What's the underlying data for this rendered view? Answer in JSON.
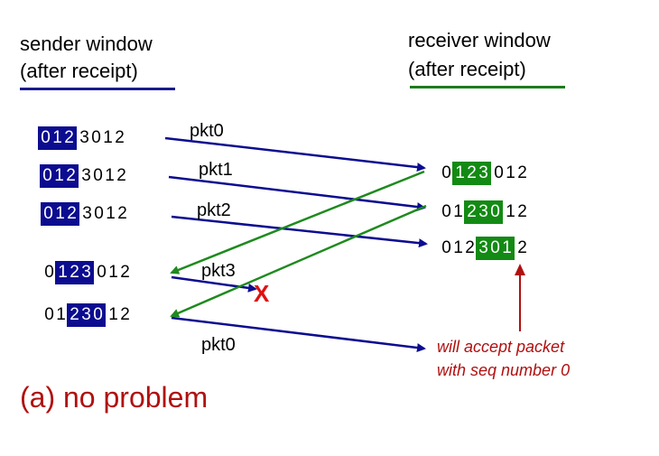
{
  "sender": {
    "header_line1": "sender window",
    "header_line2": "(after receipt)"
  },
  "receiver": {
    "header_line1": "receiver window",
    "header_line2": "(after receipt)"
  },
  "sequence_digits": [
    "0",
    "1",
    "2",
    "3",
    "0",
    "1",
    "2"
  ],
  "sender_rows": [
    {
      "window_start": 0,
      "window_size": 3
    },
    {
      "window_start": 0,
      "window_size": 3
    },
    {
      "window_start": 0,
      "window_size": 3
    },
    {
      "window_start": 1,
      "window_size": 3
    },
    {
      "window_start": 2,
      "window_size": 3
    }
  ],
  "receiver_rows": [
    {
      "window_start": 1,
      "window_size": 3
    },
    {
      "window_start": 2,
      "window_size": 3
    },
    {
      "window_start": 3,
      "window_size": 3
    }
  ],
  "packets": [
    "pkt0",
    "pkt1",
    "pkt2",
    "pkt3",
    "pkt0"
  ],
  "loss_marker": "X",
  "note": {
    "line1": "will accept packet",
    "line2": "with seq number 0"
  },
  "caption": "(a) no problem",
  "colors": {
    "sender_window": "#0c0c90",
    "receiver_window": "#138a13",
    "data_arrow": "#0c0c90",
    "ack_arrow": "#1e8a1e",
    "annotation": "#b01010",
    "loss": "#e01010"
  }
}
